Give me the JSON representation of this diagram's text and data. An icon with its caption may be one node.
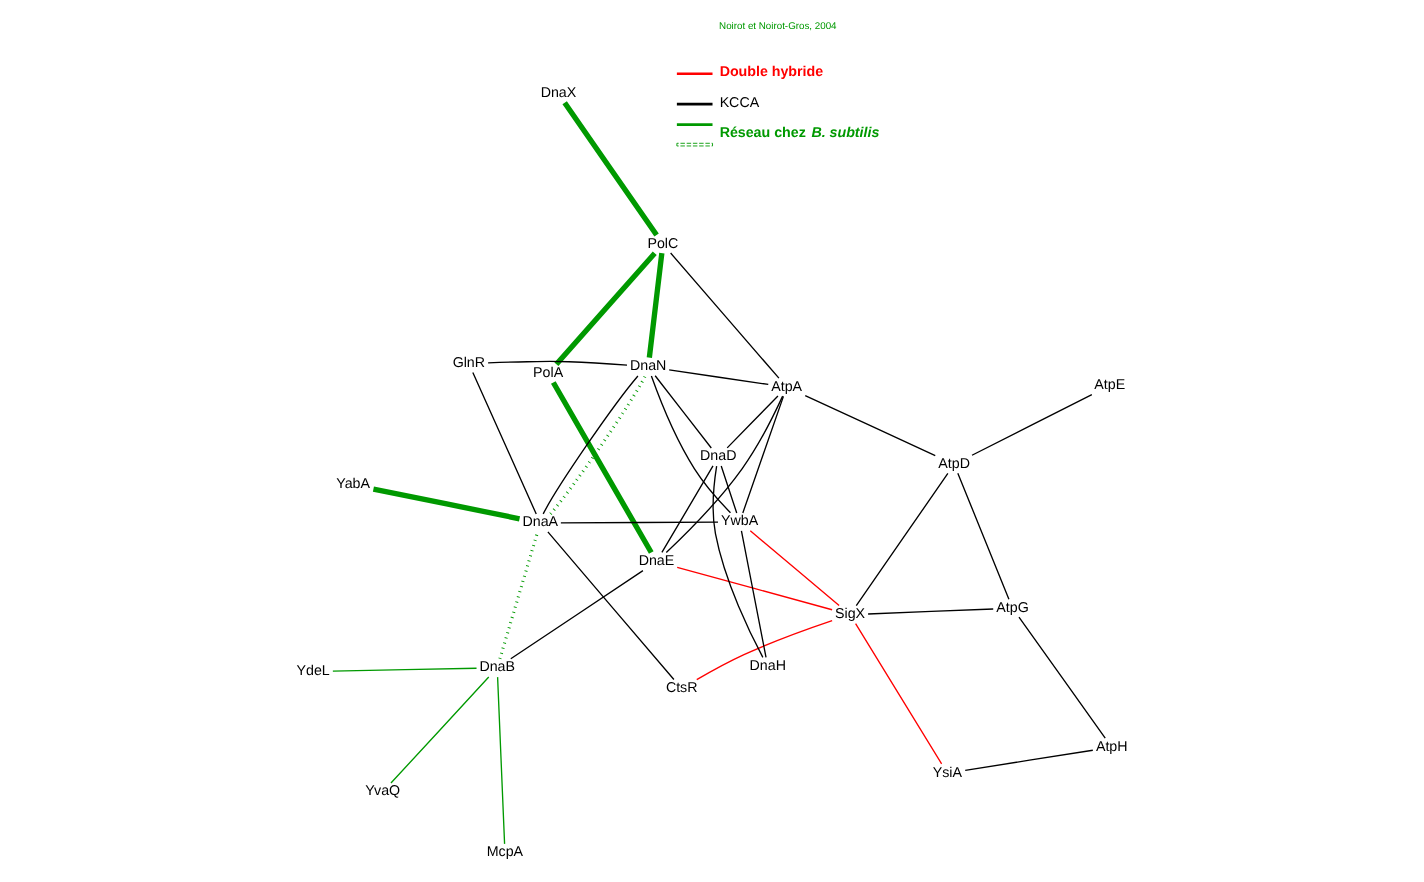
{
  "diagram": {
    "nodes": [
      {
        "text": [
          "YdeL"
        ]
      },
      {
        "text": [
          "McpA"
        ]
      },
      {
        "text": [
          "YvaQ"
        ]
      },
      {
        "text": [
          "DnaB"
        ]
      },
      {
        "text": [
          "YsiA"
        ]
      },
      {
        "text": [
          "CtsR"
        ]
      },
      {
        "text": [
          "SigX"
        ]
      },
      {
        "text": [
          "AtpH"
        ]
      },
      {
        "text": [
          "DnaE"
        ]
      },
      {
        "text": [
          "DnaD"
        ]
      },
      {
        "text": [
          "AtpG"
        ]
      },
      {
        "text": [
          "PolA"
        ]
      },
      {
        "text": [
          "AtpA"
        ]
      },
      {
        "text": [
          "AtpD"
        ]
      },
      {
        "text": [
          "YabA"
        ]
      },
      {
        "text": [
          "DnaA"
        ]
      },
      {
        "text": [
          "YwbA"
        ]
      },
      {
        "text": [
          "PolC"
        ]
      },
      {
        "text": [
          "AtpE"
        ]
      },
      {
        "text": [
          "GlnR"
        ]
      },
      {
        "text": [
          "DnaH"
        ]
      },
      {
        "text": [
          "DnaX"
        ]
      },
      {
        "text": [
          "DnaN"
        ]
      }
    ],
    "edges": [
      {
        "from": 0,
        "to": 3,
        "arrow": "none",
        "color": "#009900"
      },
      {
        "from": 1,
        "to": 3,
        "arrow": "none",
        "color": "#009900"
      },
      {
        "from": 2,
        "to": 3,
        "arrow": "none",
        "color": "#009900"
      },
      {
        "from": 3,
        "to": 15,
        "arrow": "none",
        "style": "dashed",
        "color": "#009900"
      },
      {
        "from": 3,
        "to": 8,
        "arrow": "none"
      },
      {
        "from": 5,
        "to": 6,
        "arrow": "none",
        "color": "#ff0000"
      },
      {
        "from": 6,
        "to": 4,
        "arrow": "none",
        "color": "#ff0000"
      },
      {
        "from": 4,
        "to": 7,
        "arrow": "none"
      },
      {
        "from": 7,
        "to": 10,
        "arrow": "none"
      },
      {
        "from": 6,
        "to": 10,
        "arrow": "none"
      },
      {
        "from": 8,
        "to": 6,
        "arrow": "none",
        "color": "#ff0000"
      },
      {
        "from": 6,
        "to": 16,
        "arrow": "none",
        "color": "#ff0000"
      },
      {
        "from": 6,
        "to": 13,
        "arrow": "none"
      },
      {
        "from": 10,
        "to": 13,
        "arrow": "none"
      },
      {
        "from": 13,
        "to": 18,
        "arrow": "none"
      },
      {
        "from": 12,
        "to": 13,
        "arrow": "none"
      },
      {
        "from": 8,
        "to": 11,
        "arrow": "none",
        "style": "thick",
        "color": "#009900"
      },
      {
        "from": 11,
        "to": 17,
        "arrow": "none",
        "style": "thick",
        "color": "#009900"
      },
      {
        "from": 8,
        "to": 12,
        "arrow": "none"
      },
      {
        "from": 9,
        "to": 8,
        "arrow": "none"
      },
      {
        "from": 9,
        "to": 12,
        "arrow": "none"
      },
      {
        "from": 12,
        "to": 16,
        "arrow": "none"
      },
      {
        "from": 12,
        "to": 17,
        "arrow": "none"
      },
      {
        "from": 12,
        "to": 22,
        "arrow": "none"
      },
      {
        "from": 5,
        "to": 15,
        "arrow": "none"
      },
      {
        "from": 9,
        "to": 20,
        "arrow": "none"
      },
      {
        "from": 9,
        "to": 16,
        "arrow": "none"
      },
      {
        "from": 9,
        "to": 22,
        "arrow": "none"
      },
      {
        "from": 15,
        "to": 14,
        "arrow": "none",
        "style": "thick",
        "color": "#009900"
      },
      {
        "from": 15,
        "to": 16,
        "arrow": "none"
      },
      {
        "from": 15,
        "to": 19,
        "arrow": "none"
      },
      {
        "from": 15,
        "to": 22,
        "arrow": "none"
      },
      {
        "from": 15,
        "to": 22,
        "arrow": "none",
        "style": "dashed",
        "color": "#009900"
      },
      {
        "from": 19,
        "to": 22,
        "arrow": "none"
      },
      {
        "from": 20,
        "to": 16,
        "arrow": "none"
      },
      {
        "from": 16,
        "to": 22,
        "arrow": "none"
      },
      {
        "from": 21,
        "to": 17,
        "arrow": "none",
        "style": "thick",
        "color": "#009900"
      },
      {
        "from": 22,
        "to": 17,
        "arrow": "none",
        "style": "thick",
        "color": "#009900"
      }
    ],
    "labels": [
      "Noirot et Noirot-Gros, 2004"
    ],
    "legend": [
      {
        "text": "Double hybride"
      },
      {
        "text": "KCCA"
      },
      {
        "text": "Réseau chez *B. subtilis*"
      }
    ]
  }
}
